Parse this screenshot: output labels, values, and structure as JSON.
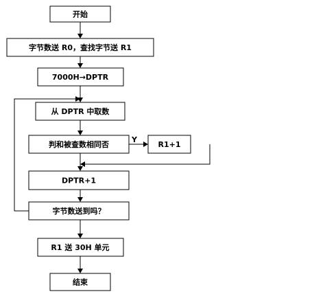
{
  "flowchart": {
    "nodes": {
      "start": "开始",
      "init": "字节数送 R0，查找字节送 R1",
      "set_dptr": "7000H→DPTR",
      "fetch": "从 DPTR 中取数",
      "compare": "判和被查数相同否",
      "inc_r1": "R1+1",
      "inc_dptr": "DPTR+1",
      "loop_check": "字节数送到吗？",
      "store": "R1 送 30H 单元",
      "end": "结束"
    },
    "edge_labels": {
      "compare_yes": "Y"
    }
  }
}
